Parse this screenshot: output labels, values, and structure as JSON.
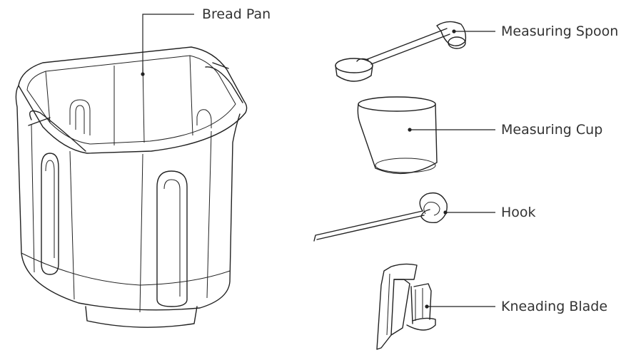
{
  "labels": {
    "bread_pan": "Bread Pan",
    "measuring_spoon": "Measuring Spoon",
    "measuring_cup": "Measuring Cup",
    "hook": "Hook",
    "kneading_blade": "Kneading Blade"
  },
  "line_color": "#222222",
  "text_color": "#333333"
}
